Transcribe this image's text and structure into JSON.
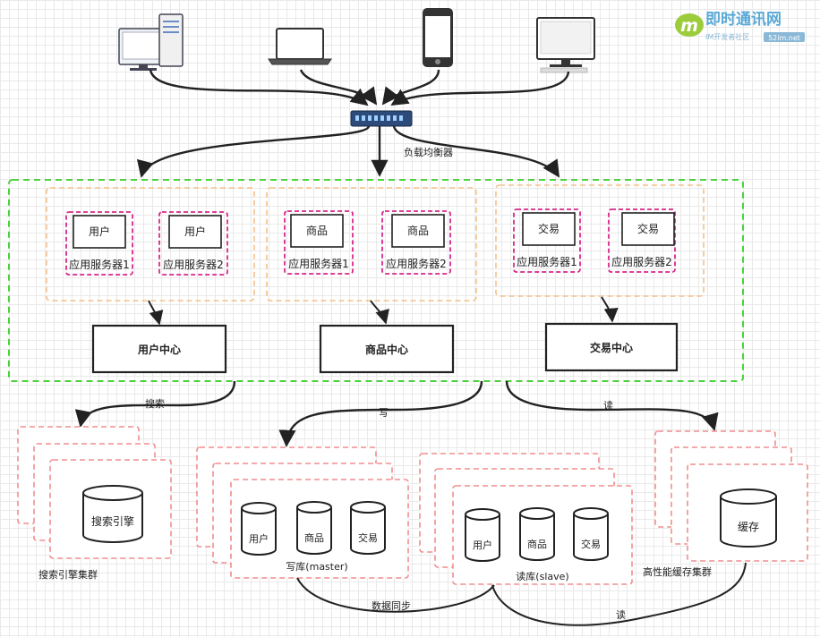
{
  "watermark": {
    "logo_letter": "m",
    "title": "即时通讯网",
    "subtitle": "IM开发者社区",
    "domain": "52im.net"
  },
  "load_balancer": {
    "label": "负载均衡器"
  },
  "service_groups": [
    {
      "servers": [
        {
          "inner": "用户",
          "label": "应用服务器1"
        },
        {
          "inner": "用户",
          "label": "应用服务器2"
        }
      ],
      "center": "用户中心"
    },
    {
      "servers": [
        {
          "inner": "商品",
          "label": "应用服务器1"
        },
        {
          "inner": "商品",
          "label": "应用服务器2"
        }
      ],
      "center": "商品中心"
    },
    {
      "servers": [
        {
          "inner": "交易",
          "label": "应用服务器1"
        },
        {
          "inner": "交易",
          "label": "应用服务器2"
        }
      ],
      "center": "交易中心"
    }
  ],
  "edges": {
    "search": "搜索",
    "write": "写",
    "read": "读",
    "sync": "数据同步",
    "read_bottom": "读"
  },
  "clusters": {
    "search": {
      "db": "搜索引擎",
      "label": "搜索引擎集群"
    },
    "write": {
      "dbs": [
        "用户",
        "商品",
        "交易"
      ],
      "label": "写库(master)"
    },
    "read": {
      "dbs": [
        "用户",
        "商品",
        "交易"
      ],
      "label": "读库(slave)"
    },
    "cache": {
      "db": "缓存",
      "label": "高性能缓存集群"
    }
  }
}
